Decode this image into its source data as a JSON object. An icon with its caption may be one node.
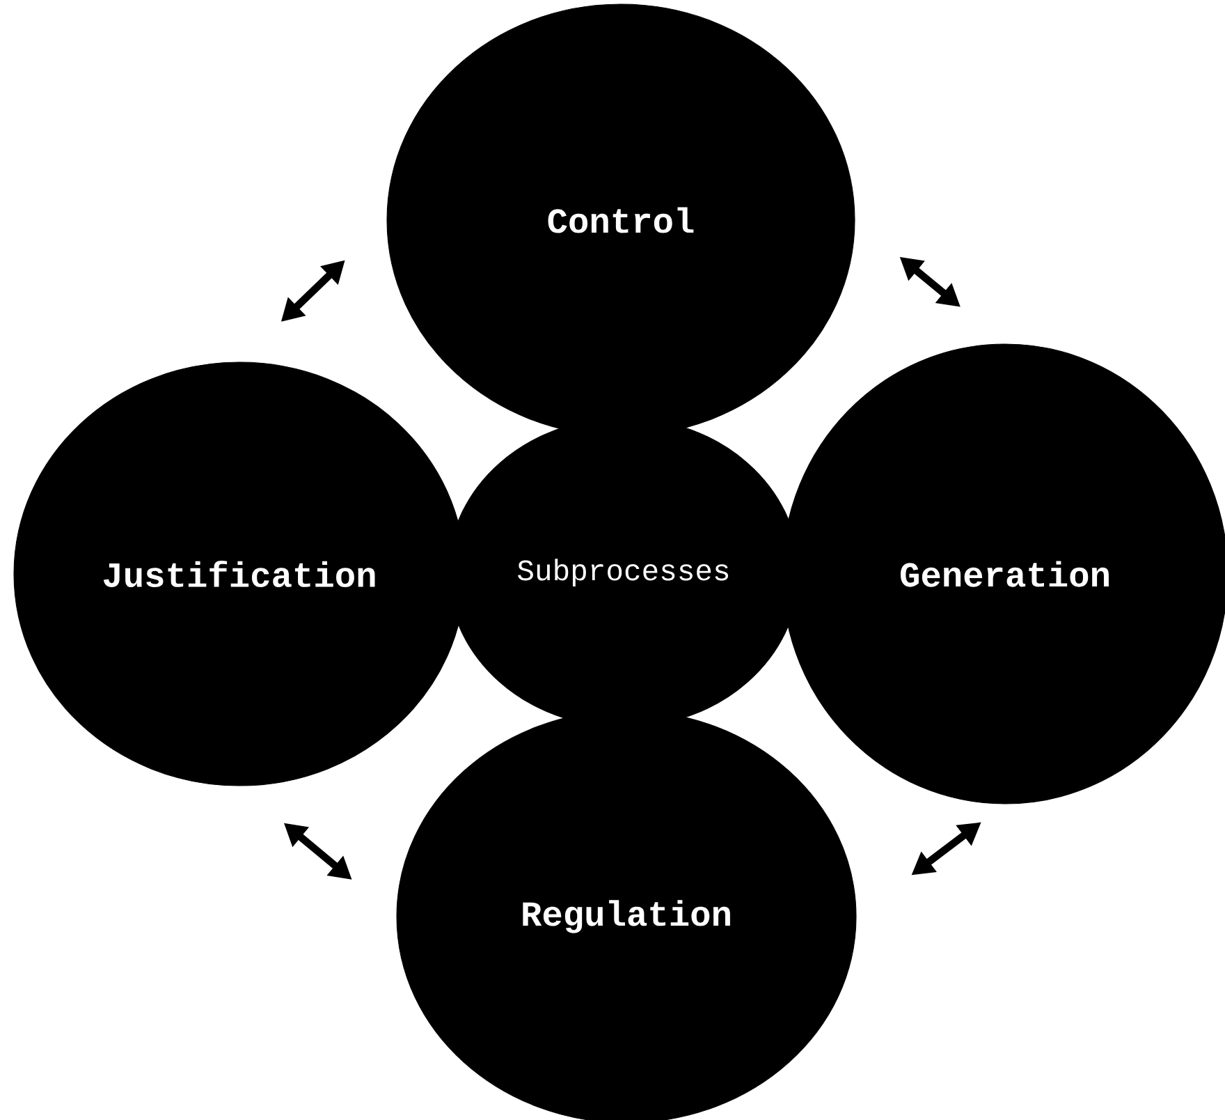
{
  "diagram": {
    "nodes": [
      {
        "text": [
          "Control"
        ]
      },
      {
        "text": [
          "Justification"
        ]
      },
      {
        "text": [
          "Subprocesses"
        ]
      },
      {
        "text": [
          "Generation"
        ]
      },
      {
        "text": [
          "Regulation"
        ]
      }
    ],
    "edges": [
      {
        "from": 1,
        "to": 0,
        "arrow": "both"
      },
      {
        "from": 0,
        "to": 3,
        "arrow": "both"
      },
      {
        "from": 3,
        "to": 4,
        "arrow": "both"
      },
      {
        "from": 4,
        "to": 1,
        "arrow": "both"
      }
    ]
  }
}
